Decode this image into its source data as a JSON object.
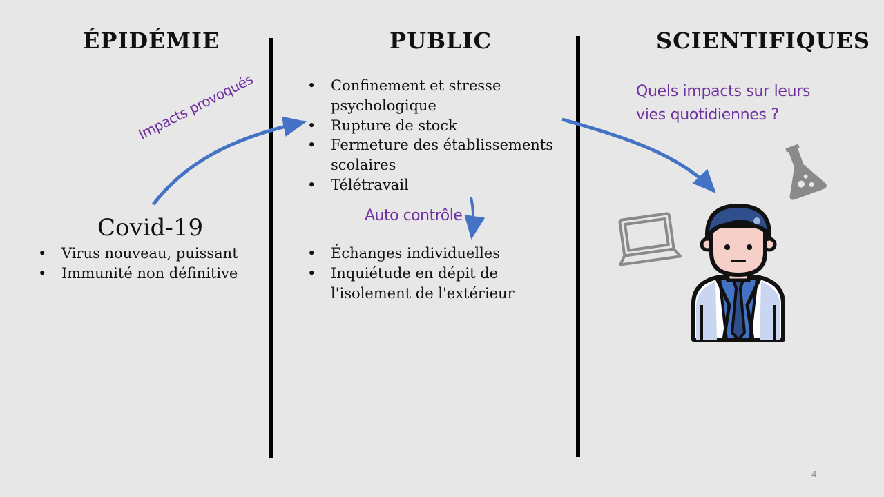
{
  "headers": {
    "epidemie": "ÉPIDÉMIE",
    "public": "PUBLIC",
    "scientifiques": "SCIENTIFIQUES"
  },
  "epidemie": {
    "title": "Covid-19",
    "bullets": [
      "Virus nouveau, puissant",
      "Immunité non définitive"
    ]
  },
  "public": {
    "bullets_1": [
      "Confinement et stresse psychologique",
      "Rupture de stock",
      "Fermeture des établissements scolaires",
      "Télétravail"
    ],
    "bullets_2": [
      "Échanges individuelles",
      "Inquiétude en dépit de l'isolement de l'extérieur"
    ]
  },
  "labels": {
    "impacts": "Impacts provoqués",
    "auto": "Auto contrôle",
    "question": "Quels impacts sur leurs vies quotidiennes ?"
  },
  "icons": [
    "laptop-icon",
    "flask-icon",
    "scientist-icon"
  ],
  "colors": {
    "arrow": "#4472c4",
    "label": "#7030a0",
    "background": "#e7e7e7"
  },
  "page_number": "4"
}
